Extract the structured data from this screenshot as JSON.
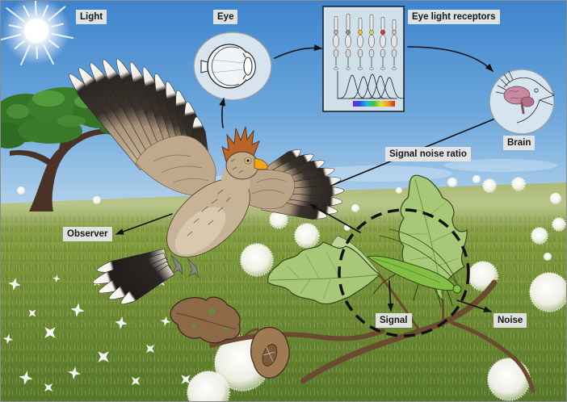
{
  "labels": {
    "light": "Light",
    "eye": "Eye",
    "eye_light_receptors": "Eye light receptors",
    "brain": "Brain",
    "signal_noise_ratio": "Signal noise ratio",
    "observer": "Observer",
    "signal": "Signal",
    "noise": "Noise"
  },
  "colors": {
    "sky_top": "#3e84cd",
    "sky_mid": "#6ea8dc",
    "sky_horizon": "#b6d4ec",
    "grass_far": "#a9b56c",
    "grass_mid": "#7f9a3c",
    "grass_near": "#57782a",
    "label_bg": "#e6e6e6",
    "label_text": "#111111",
    "arrow": "#111111",
    "leaf_green": "#a7c977",
    "insect_green": "#82bd44",
    "dry_leaf_brown": "#8c6a47"
  },
  "receptor_droplet_colors": [
    "#b3b3b3",
    "#8f8f8f",
    "#e6c52a",
    "#d2d35a",
    "#d23a2c",
    "#c4c4c4"
  ],
  "spectrum_colors": [
    "#6a2bd6",
    "#2b54e0",
    "#22b8e6",
    "#3cc43c",
    "#e8e02a",
    "#f09a20",
    "#e2261c"
  ]
}
